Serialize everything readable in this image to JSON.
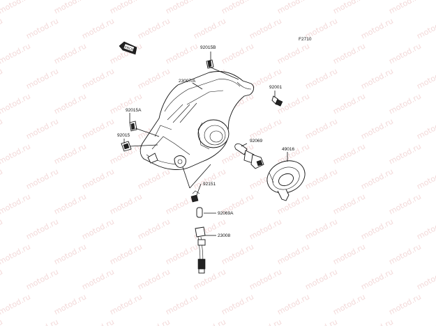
{
  "diagram": {
    "code": "F2710",
    "front_badge": "FRONT",
    "watermark": "motod.ru",
    "parts": [
      {
        "id": "92015B"
      },
      {
        "id": "23007/A"
      },
      {
        "id": "92001"
      },
      {
        "id": "92015A"
      },
      {
        "id": "92015"
      },
      {
        "id": "92069"
      },
      {
        "id": "49016"
      },
      {
        "id": "92151"
      },
      {
        "id": "92069A"
      },
      {
        "id": "23008"
      }
    ]
  }
}
